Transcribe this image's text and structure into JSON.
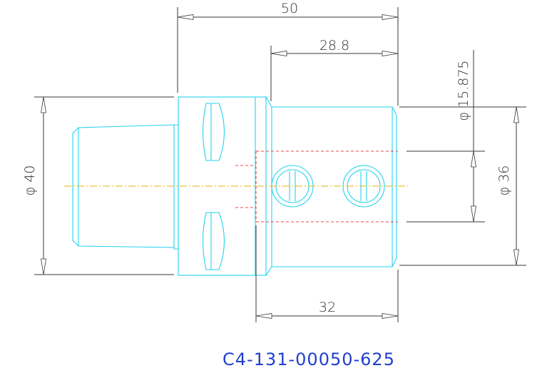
{
  "dimensions": {
    "overall_length": "50",
    "body_length": "28.8",
    "bore_length": "32",
    "shank_diameter": "φ 40",
    "bore_diameter": "φ 15.875",
    "body_diameter": "φ 36"
  },
  "part_number": "C4-131-00050-625",
  "colors": {
    "part_outline": "#22d3ee",
    "hidden_lines": "#ef4444",
    "center_line": "#eab308",
    "dimension_lines": "#3a3a3a",
    "part_number_text": "#1f3fcf"
  }
}
